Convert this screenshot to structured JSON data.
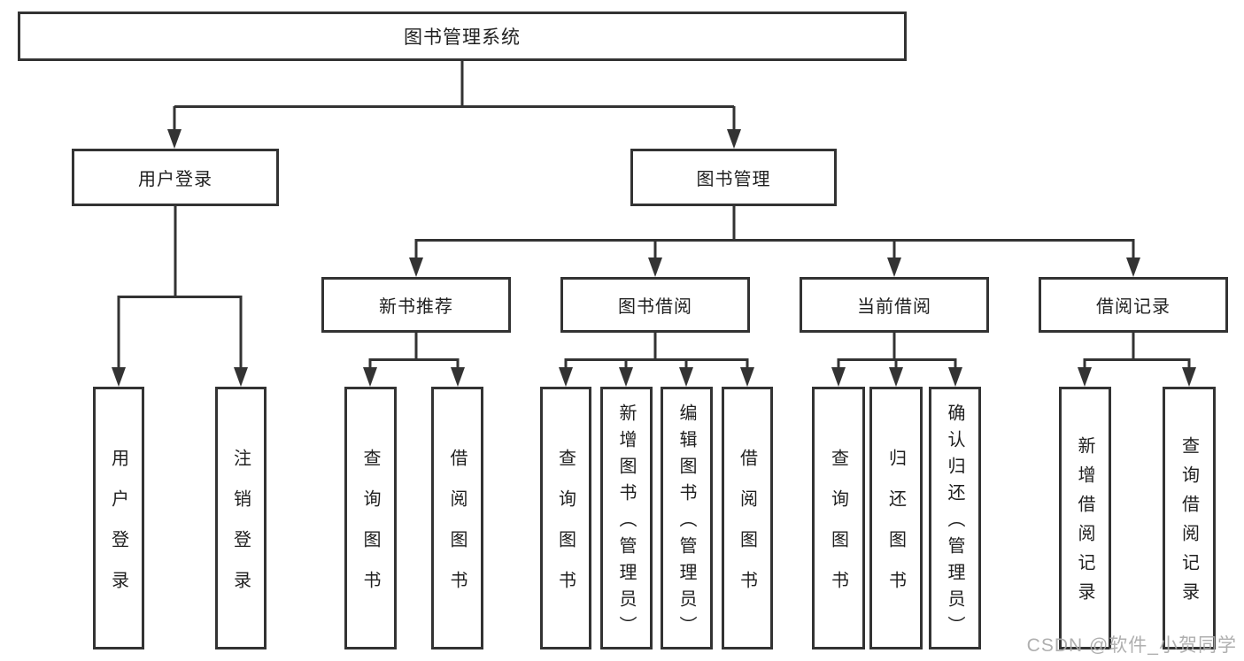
{
  "diagram": {
    "root": {
      "label": "图书管理系统"
    },
    "branches": [
      {
        "label": "用户登录",
        "leaves": [
          "用户登录",
          "注销登录"
        ]
      },
      {
        "label": "图书管理",
        "groups": [
          {
            "label": "新书推荐",
            "leaves": [
              "查询图书",
              "借阅图书"
            ]
          },
          {
            "label": "图书借阅",
            "leaves": [
              "查询图书",
              "新增图书（管理员）",
              "编辑图书（管理员）",
              "借阅图书"
            ]
          },
          {
            "label": "当前借阅",
            "leaves": [
              "查询图书",
              "归还图书",
              "确认归还（管理员）"
            ]
          },
          {
            "label": "借阅记录",
            "leaves": [
              "新增借阅记录",
              "查询借阅记录"
            ]
          }
        ]
      }
    ]
  },
  "watermark": "CSDN @软件_小贺同学",
  "colors": {
    "line": "#333333",
    "text": "#1f1f1f",
    "background": "#ffffff",
    "watermark": "#a8a8a8"
  }
}
